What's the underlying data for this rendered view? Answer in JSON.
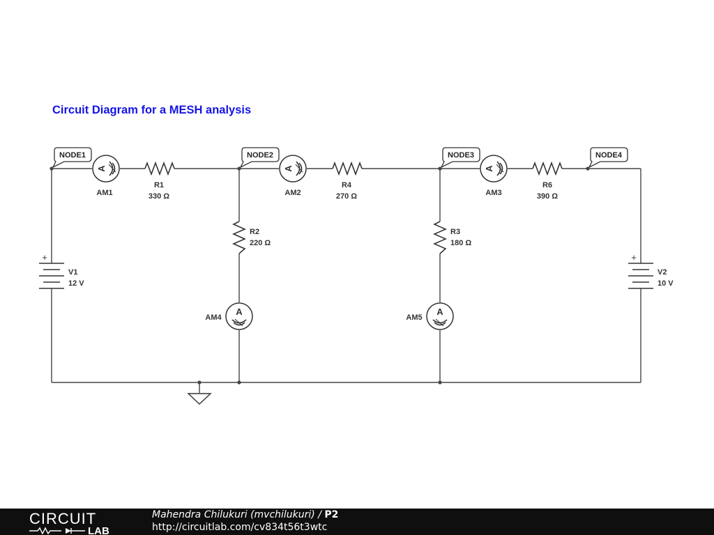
{
  "title": "Circuit Diagram for a MESH analysis",
  "nodes": [
    "NODE1",
    "NODE2",
    "NODE3",
    "NODE4"
  ],
  "components": {
    "R1": {
      "name": "R1",
      "value": "330 Ω"
    },
    "R2": {
      "name": "R2",
      "value": "220 Ω"
    },
    "R3": {
      "name": "R3",
      "value": "180 Ω"
    },
    "R4": {
      "name": "R4",
      "value": "270 Ω"
    },
    "R6": {
      "name": "R6",
      "value": "390 Ω"
    },
    "V1": {
      "name": "V1",
      "value": "12 V"
    },
    "V2": {
      "name": "V2",
      "value": "10 V"
    },
    "ammeters": [
      "AM1",
      "AM2",
      "AM3",
      "AM4",
      "AM5"
    ],
    "ammeter_symbol": "A",
    "plus_sign": "+"
  },
  "footer": {
    "logo_top": "CIRCUIT",
    "logo_bottom": "LAB",
    "author": "Mahendra Chilukuri (mvchilukuri)",
    "separator": "/",
    "project": "P2",
    "url": "http://circuitlab.com/cv834t56t3wtc"
  }
}
